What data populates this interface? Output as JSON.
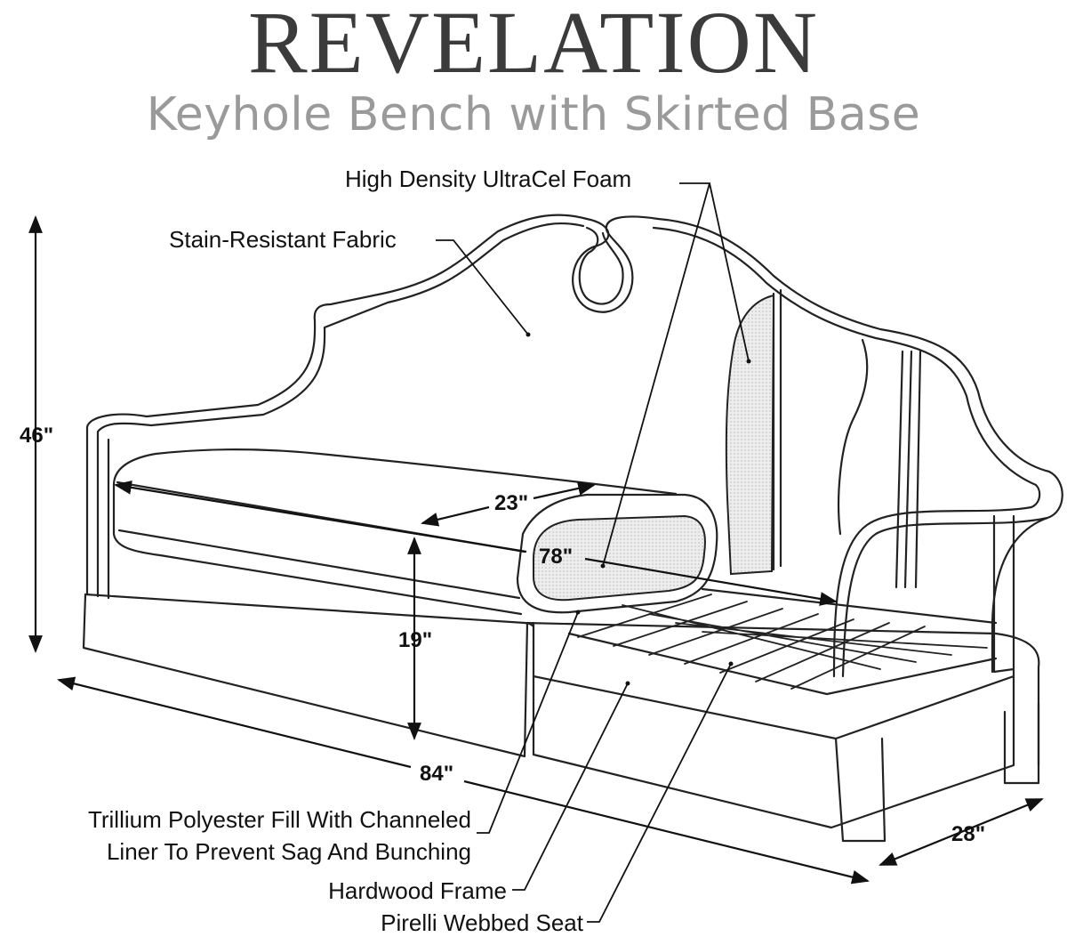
{
  "brand": "REVELATION",
  "subtitle": "Keyhole Bench with Skirted Base",
  "callouts": {
    "foam": "High Density UltraCel Foam",
    "fabric": "Stain-Resistant Fabric",
    "fill_line1": "Trillium Polyester Fill With Channeled",
    "fill_line2": "Liner To Prevent Sag And Bunching",
    "frame": "Hardwood Frame",
    "seat": "Pirelli Webbed Seat"
  },
  "dimensions": {
    "height": "46\"",
    "seat_depth": "23\"",
    "length_inner": "78\"",
    "seat_height": "19\"",
    "length_overall": "84\"",
    "depth": "28\""
  }
}
